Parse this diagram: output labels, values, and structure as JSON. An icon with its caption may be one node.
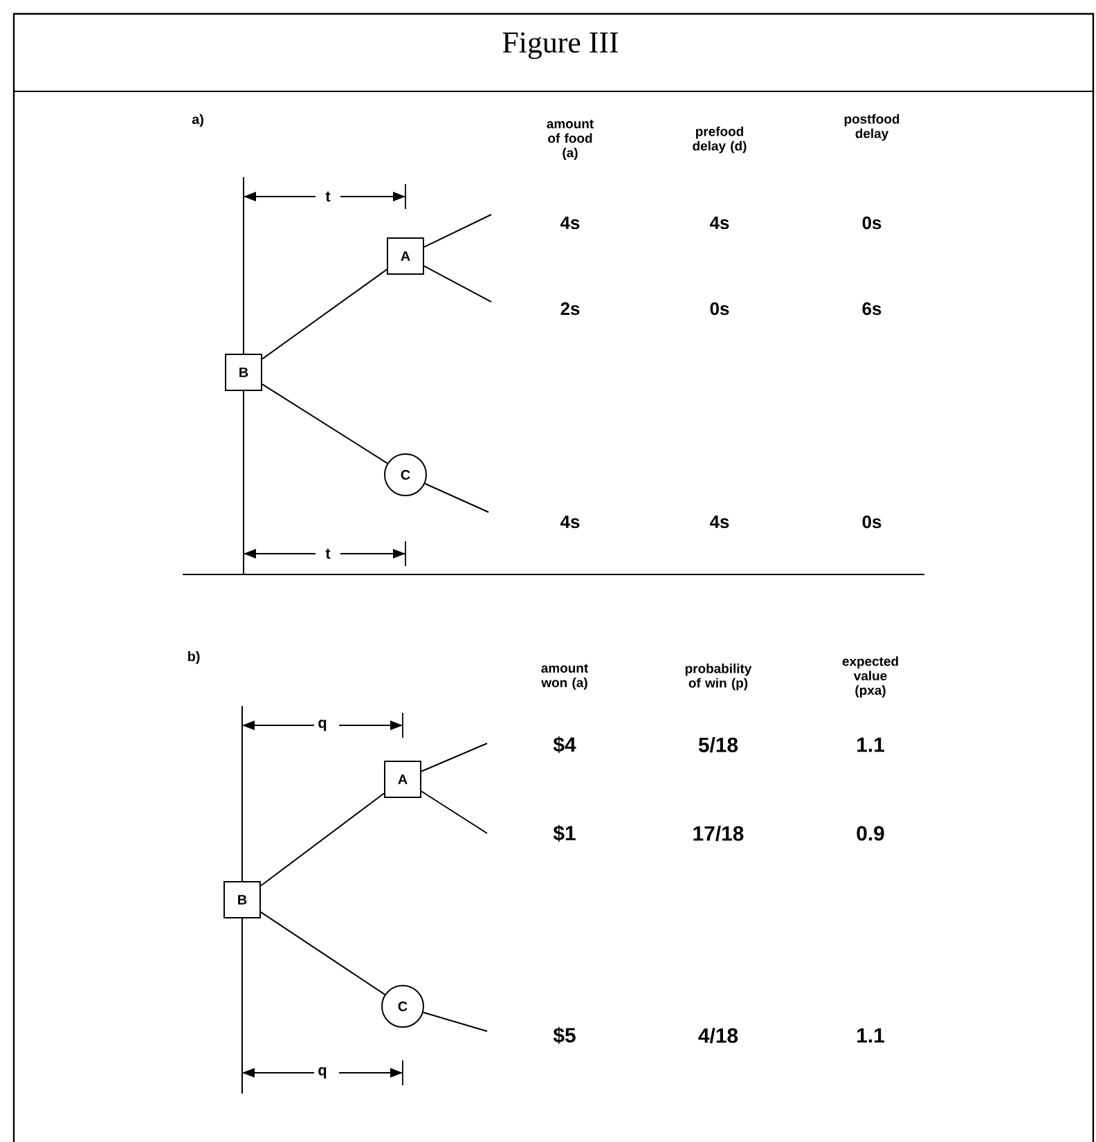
{
  "diagram": {
    "title": "Figure III",
    "nodes": [
      {
        "text": [
          "B"
        ]
      },
      {
        "text": [
          "A"
        ]
      },
      {
        "text": [
          "C"
        ]
      },
      {
        "text": [
          "B"
        ]
      },
      {
        "text": [
          "A"
        ]
      },
      {
        "text": [
          "C"
        ]
      }
    ],
    "edges": [
      {
        "from": 0,
        "to": 1,
        "arrow": "none"
      },
      {
        "from": 0,
        "to": 2,
        "arrow": "none"
      },
      {
        "from": 1,
        "to": null,
        "arrow": "none"
      },
      {
        "from": 1,
        "to": null,
        "arrow": "none"
      },
      {
        "from": 2,
        "to": null,
        "arrow": "none"
      },
      {
        "from": 3,
        "to": 4,
        "arrow": "none"
      },
      {
        "from": 3,
        "to": 5,
        "arrow": "none"
      },
      {
        "from": 4,
        "to": null,
        "arrow": "none"
      },
      {
        "from": 4,
        "to": null,
        "arrow": "none"
      },
      {
        "from": 5,
        "to": null,
        "arrow": "none"
      }
    ],
    "labels": [
      "a)",
      "amount of food (a)",
      "prefood delay (d)",
      "postfood delay",
      "t",
      "4s",
      "4s",
      "0s",
      "2s",
      "0s",
      "6s",
      "4s",
      "4s",
      "0s",
      "t",
      "b)",
      "amount won (a)",
      "probability of win (p)",
      "expected value (pxa)",
      "q",
      "$4",
      "5/18",
      "1.1",
      "$1",
      "17/18",
      "0.9",
      "$5",
      "4/18",
      "1.1",
      "q"
    ]
  }
}
